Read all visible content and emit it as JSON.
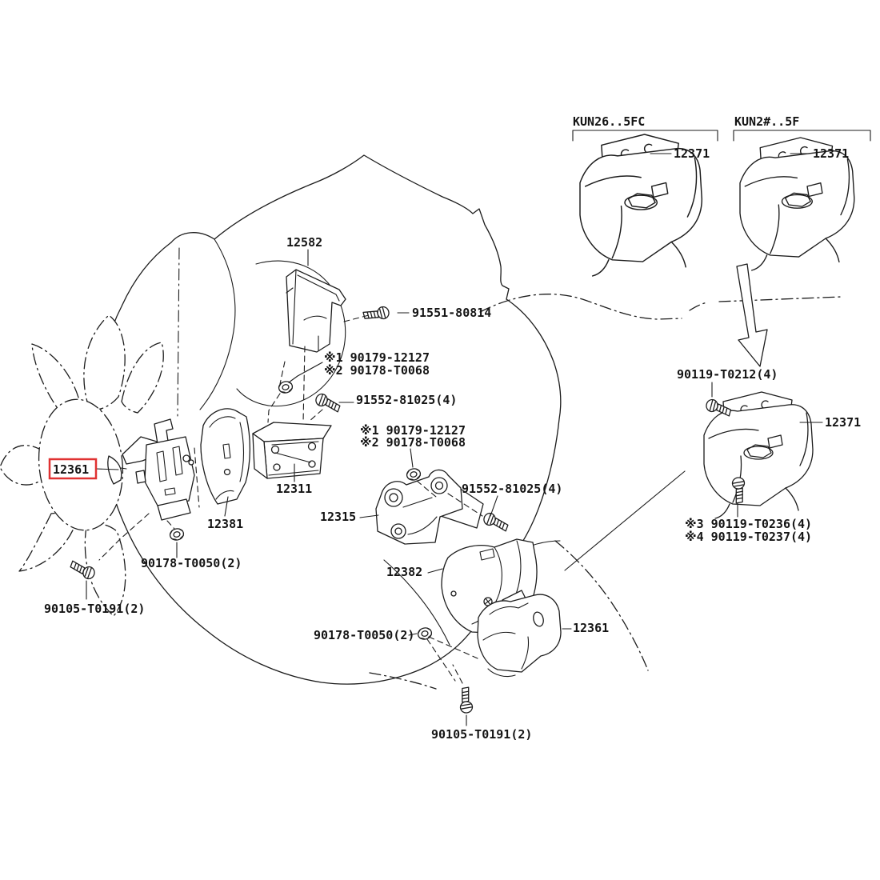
{
  "colors": {
    "highlight_red": "#e03232",
    "line": "#1c1c1c"
  },
  "insets": [
    {
      "code": "KUN26..5FC",
      "part_label": "12371"
    },
    {
      "code": "KUN2#..5F",
      "part_label": "12371"
    }
  ],
  "labels": {
    "shield_upper": "12582",
    "bolt_upper": "91551-80814",
    "note_a1": "※1 90179-12127",
    "note_a2": "※2 90178-T0068",
    "bolt_mid": "91552-81025(4)",
    "note_b1": "※1 90179-12127",
    "note_b2": "※2 90178-T0068",
    "bracket_12311": "12311",
    "bracket_12315": "12315",
    "bolt_lower": "91552-81025(4)",
    "shield_lower": "12382",
    "nut_front": "90178-T0050(2)",
    "nut_rear": "90178-T0050(2)",
    "bolt_front": "90105-T0191(2)",
    "bolt_rear": "90105-T0191(2)",
    "insulator_front": "12361",
    "insulator_rear": "12361",
    "bracket_12381": "12381",
    "mount_right": "12371",
    "bolt_right": "90119-T0212(4)",
    "note_c1": "※3 90119-T0236(4)",
    "note_c2": "※4 90119-T0237(4)"
  }
}
